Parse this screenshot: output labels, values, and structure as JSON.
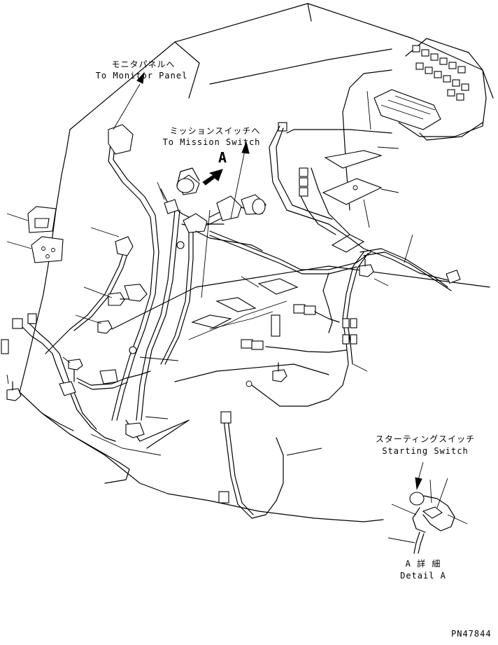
{
  "labels": {
    "monitor_jp": "モニタパネルへ",
    "monitor_en": "To Monitor Panel",
    "mission_jp": "ミッションスイッチへ",
    "mission_en": "To Mission Switch",
    "view_arrow": "A",
    "starting_jp": "スターティングスイッチ",
    "starting_en": "Starting Switch",
    "detail_jp": "A 詳 細",
    "detail_en": "Detail A",
    "part_number": "PN47844"
  }
}
